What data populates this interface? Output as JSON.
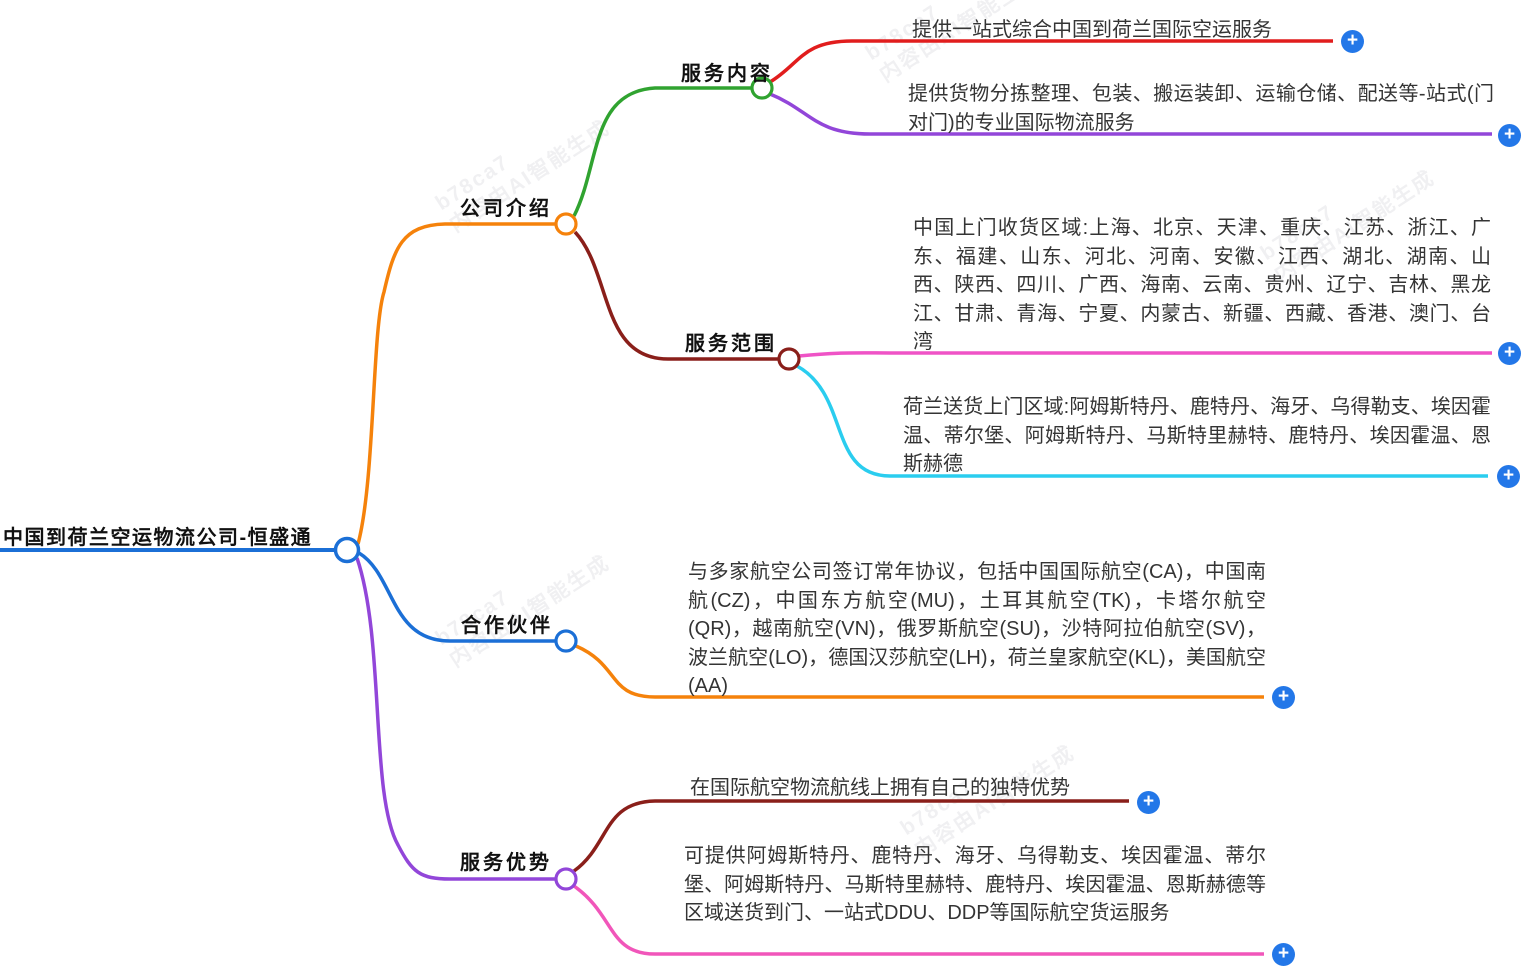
{
  "root": {
    "label": "中国到荷兰空运物流公司-恒盛通",
    "color": "#1b6fd6"
  },
  "branches": [
    {
      "label": "公司介绍",
      "color": "#f5820b",
      "children": [
        {
          "label": "服务内容",
          "color": "#30a330",
          "children": [
            {
              "text": "提供一站式综合中国到荷兰国际空运服务",
              "color": "#e11d1d"
            },
            {
              "text": "提供货物分拣整理、包装、搬运装卸、运输仓储、配送等-站式(门对门)的专业国际物流服务",
              "color": "#9246d9"
            }
          ]
        },
        {
          "label": "服务范围",
          "color": "#8a1f1a",
          "children": [
            {
              "text": "中国上门收货区域:上海、北京、天津、重庆、江苏、浙江、广东、福建、山东、河北、河南、安徽、江西、湖北、湖南、山西、陕西、四川、广西、海南、云南、贵州、辽宁、吉林、黑龙江、甘肃、青海、宁夏、内蒙古、新疆、西藏、香港、澳门、台湾",
              "color": "#ef53c6"
            },
            {
              "text": "荷兰送货上门区域:阿姆斯特丹、鹿特丹、海牙、乌得勒支、埃因霍温、蒂尔堡、阿姆斯特丹、马斯特里赫特、鹿特丹、埃因霍温、恩斯赫德",
              "color": "#2acdef"
            }
          ]
        }
      ]
    },
    {
      "label": "合作伙伴",
      "color": "#1b6fd6",
      "children": [
        {
          "text": "与多家航空公司签订常年协议，包括中国国际航空(CA)，中国南航(CZ)，中国东方航空(MU)，土耳其航空(TK)，卡塔尔航空(QR)，越南航空(VN)，俄罗斯航空(SU)，沙特阿拉伯航空(SV)，波兰航空(LO)，德国汉莎航空(LH)，荷兰皇家航空(KL)，美国航空(AA)",
          "color": "#f5820b"
        }
      ]
    },
    {
      "label": "服务优势",
      "color": "#9246d9",
      "children": [
        {
          "text": "在国际航空物流航线上拥有自己的独特优势",
          "color": "#8a1f1a"
        },
        {
          "text": "可提供阿姆斯特丹、鹿特丹、海牙、乌得勒支、埃因霍温、蒂尔堡、阿姆斯特丹、马斯特里赫特、鹿特丹、埃因霍温、恩斯赫德等区域送货到门、一站式DDU、DDP等国际航空货运服务",
          "color": "#f156ba"
        }
      ]
    }
  ],
  "ui": {
    "expand_icon": "+",
    "expand_color": "#2377e8"
  },
  "watermark": {
    "text": "b78ca7\n内容由AI智能生成"
  }
}
